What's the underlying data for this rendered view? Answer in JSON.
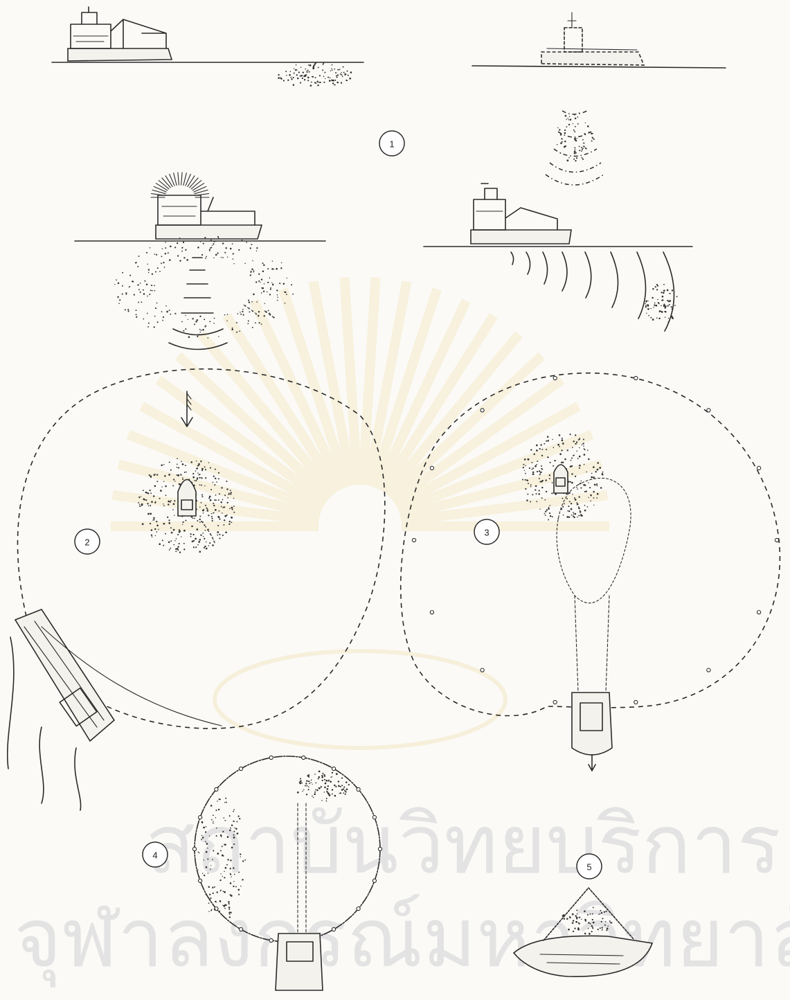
{
  "diagram": {
    "step_labels": [
      "1",
      "2",
      "3",
      "4",
      "5"
    ]
  },
  "watermark": {
    "line1": "สถาบันวิทยบริการ",
    "line2": "จุฬาลงกรณ์มหาวิทยาลัย",
    "color": "#e3e3e3"
  },
  "colors": {
    "ink": "#2a2a2a",
    "paper": "#fbfaf7"
  }
}
